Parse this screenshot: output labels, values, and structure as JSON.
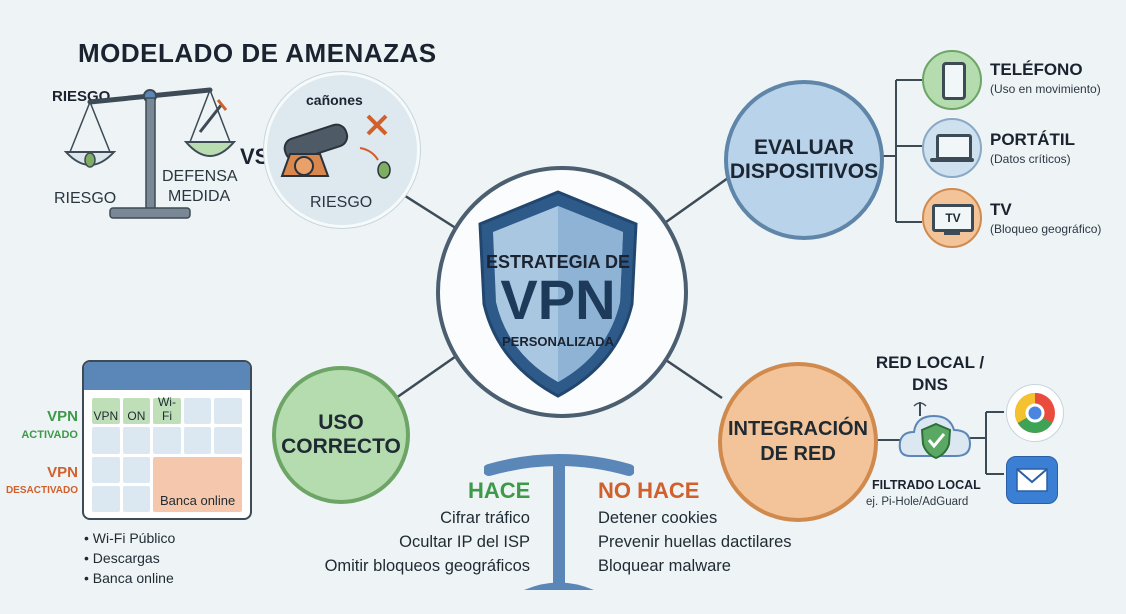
{
  "threat_modeling": {
    "title": "MODELADO DE AMENAZAS",
    "scale_top_label": "RIESGO",
    "scale_left_label": "RIESGO",
    "scale_right_label_line1": "DEFENSA",
    "scale_right_label_line2": "MEDIDA",
    "vs": "VS",
    "cannon_label": "cañones",
    "cannon_bottom_label": "RIESGO"
  },
  "center": {
    "line1": "ESTRATEGIA DE",
    "big": "VPN",
    "line3": "PERSONALIZADA"
  },
  "evaluate_devices": {
    "label_line1": "EVALUAR",
    "label_line2": "DISPOSITIVOS",
    "devices": [
      {
        "icon": "phone-icon",
        "name": "TELÉFONO",
        "note": "(Uso en movimiento)"
      },
      {
        "icon": "laptop-icon",
        "name": "PORTÁTIL",
        "note": "(Datos críticos)"
      },
      {
        "icon": "tv-icon",
        "name": "TV",
        "note": "(Bloqueo geográfico)",
        "screen_text": "TV"
      }
    ]
  },
  "correct_use": {
    "label_line1": "USO",
    "label_line2": "CORRECTO",
    "vpn_on_line1": "VPN",
    "vpn_on_line2": "ACTIVADO",
    "vpn_off_line1": "VPN",
    "vpn_off_line2": "DESACTIVADO",
    "cells": {
      "vpn": "VPN",
      "on": "ON",
      "wifi": "Wi-Fi",
      "bank": "Banca online"
    },
    "bullets": [
      "Wi-Fi Público",
      "Descargas",
      "Banca online"
    ]
  },
  "does_doesnt": {
    "does_title": "HACE",
    "does_items": [
      "Cifrar tráfico",
      "Ocultar IP del ISP",
      "Omitir bloqueos geográficos"
    ],
    "doesnt_title": "NO HACE",
    "doesnt_items": [
      "Detener cookies",
      "Prevenir huellas dactilares",
      "Bloquear malware"
    ]
  },
  "network": {
    "label_line1": "INTEGRACIÓN",
    "label_line2": "DE RED",
    "local_line1": "RED LOCAL /",
    "local_line2": "DNS",
    "filter_title": "FILTRADO LOCAL",
    "filter_sub": "ej. Pi-Hole/AdGuard",
    "apps": [
      "chrome-icon",
      "mail-icon"
    ]
  },
  "colors": {
    "background": "#eef3f5",
    "blue": "#5a87b8",
    "green": "#3c9a48",
    "orange": "#d0602c",
    "shield_dark": "#2e5a8a"
  }
}
